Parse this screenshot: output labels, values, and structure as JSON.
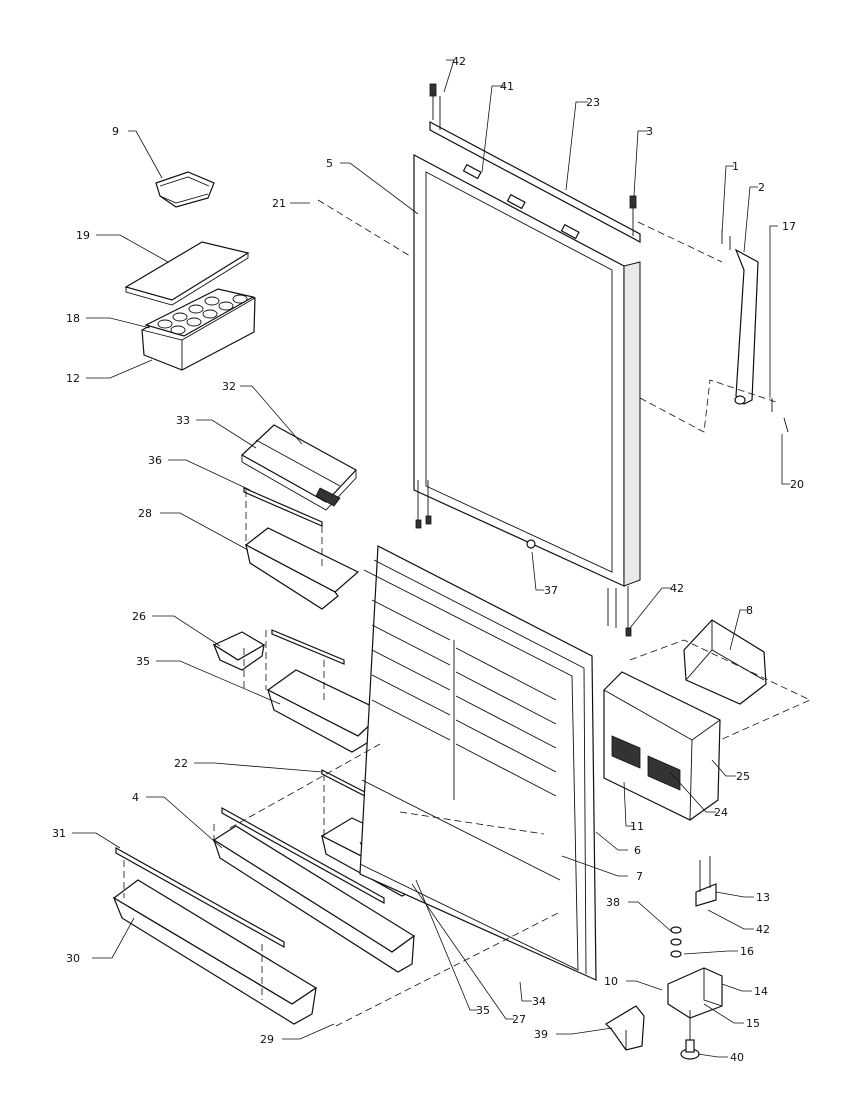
{
  "callouts": [
    {
      "id": "c42a",
      "label": "42"
    },
    {
      "id": "c41",
      "label": "41"
    },
    {
      "id": "c23",
      "label": "23"
    },
    {
      "id": "c3",
      "label": "3"
    },
    {
      "id": "c9",
      "label": "9"
    },
    {
      "id": "c5",
      "label": "5"
    },
    {
      "id": "c1",
      "label": "1"
    },
    {
      "id": "c2",
      "label": "2"
    },
    {
      "id": "c17",
      "label": "17"
    },
    {
      "id": "c21",
      "label": "21"
    },
    {
      "id": "c19",
      "label": "19"
    },
    {
      "id": "c18",
      "label": "18"
    },
    {
      "id": "c12",
      "label": "12"
    },
    {
      "id": "c32",
      "label": "32"
    },
    {
      "id": "c33",
      "label": "33"
    },
    {
      "id": "c36",
      "label": "36"
    },
    {
      "id": "c20",
      "label": "20"
    },
    {
      "id": "c28",
      "label": "28"
    },
    {
      "id": "c37",
      "label": "37"
    },
    {
      "id": "c42b",
      "label": "42"
    },
    {
      "id": "c8",
      "label": "8"
    },
    {
      "id": "c26",
      "label": "26"
    },
    {
      "id": "c35a",
      "label": "35"
    },
    {
      "id": "c25",
      "label": "25"
    },
    {
      "id": "c22",
      "label": "22"
    },
    {
      "id": "c11",
      "label": "11"
    },
    {
      "id": "c24",
      "label": "24"
    },
    {
      "id": "c4",
      "label": "4"
    },
    {
      "id": "c31",
      "label": "31"
    },
    {
      "id": "c6",
      "label": "6"
    },
    {
      "id": "c7",
      "label": "7"
    },
    {
      "id": "c13",
      "label": "13"
    },
    {
      "id": "c38",
      "label": "38"
    },
    {
      "id": "c42c",
      "label": "42"
    },
    {
      "id": "c16",
      "label": "16"
    },
    {
      "id": "c30",
      "label": "30"
    },
    {
      "id": "c10",
      "label": "10"
    },
    {
      "id": "c14",
      "label": "14"
    },
    {
      "id": "c34",
      "label": "34"
    },
    {
      "id": "c15",
      "label": "15"
    },
    {
      "id": "c35b",
      "label": "35"
    },
    {
      "id": "c27",
      "label": "27"
    },
    {
      "id": "c29",
      "label": "29"
    },
    {
      "id": "c39",
      "label": "39"
    },
    {
      "id": "c40",
      "label": "40"
    }
  ]
}
